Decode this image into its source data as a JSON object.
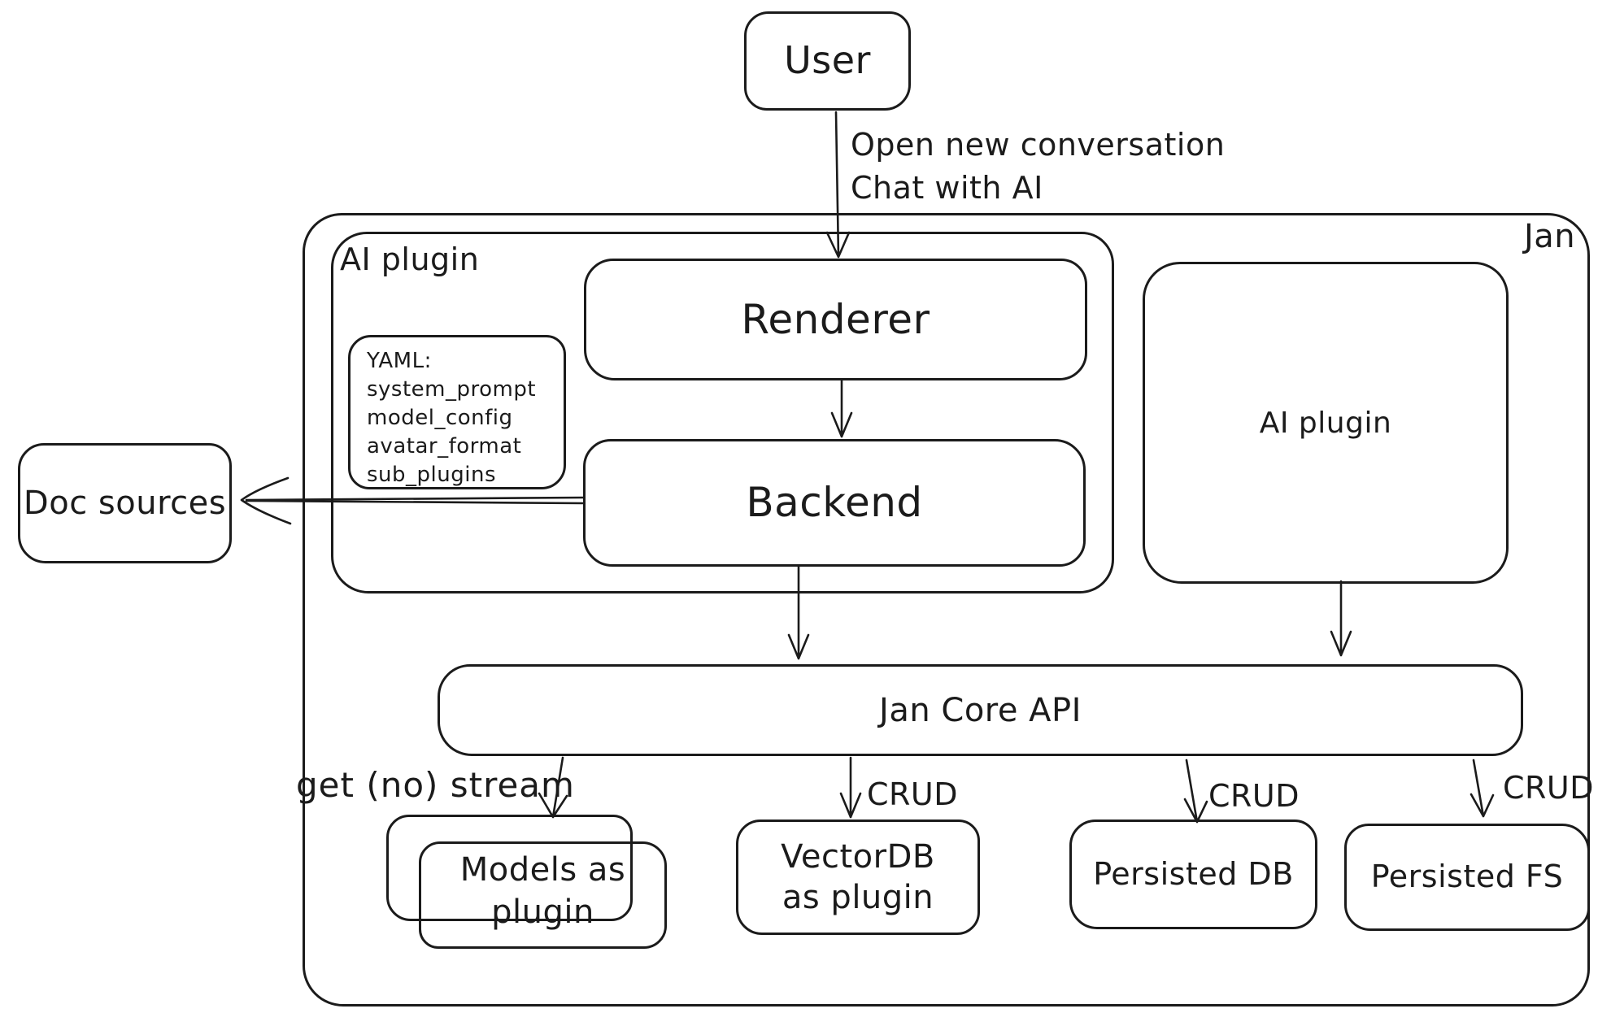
{
  "diagram": {
    "title_labels": {
      "jan": "Jan",
      "plugin_group": "AI plugin"
    },
    "nodes": {
      "user": "User",
      "renderer": "Renderer",
      "backend": "Backend",
      "ai_plugin": "AI plugin",
      "doc_sources": "Doc sources",
      "jan_core_api": "Jan Core API",
      "models_plugin": "Models as plugin",
      "vectordb_plugin": "VectorDB as plugin",
      "persisted_db": "Persisted DB",
      "persisted_fs": "Persisted FS"
    },
    "yaml_note": {
      "lines": [
        "YAML:",
        "system_prompt",
        "model_config",
        "avatar_format",
        "sub_plugins"
      ]
    },
    "edge_labels": {
      "open_conversation_line1": "Open new conversation",
      "open_conversation_line2": "Chat with AI",
      "get_no_stream": "get (no) stream",
      "crud": "CRUD"
    },
    "colors": {
      "stroke": "#1b1b1b",
      "background": "#ffffff"
    }
  }
}
